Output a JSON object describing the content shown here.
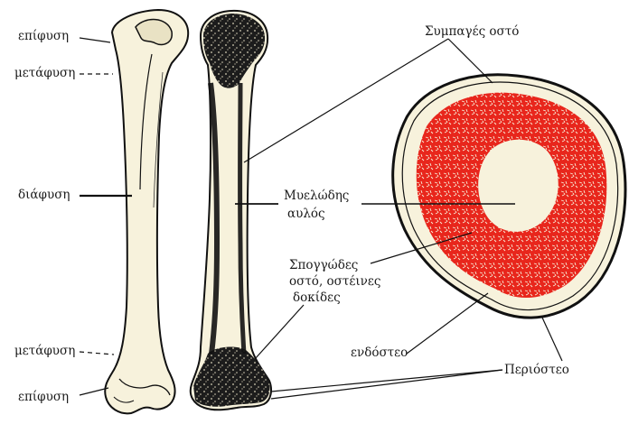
{
  "labels": {
    "epiphysis_top": "επίφυση",
    "metaphysis_top": "μετάφυση",
    "diaphysis": "διάφυση",
    "metaphysis_bottom": "μετάφυση",
    "epiphysis_bottom": "επίφυση",
    "compact_bone": "Συμπαγές οστό",
    "medullary_1": "Μυελώδης",
    "medullary_2": "αυλός",
    "spongy_1": "Σπογγώδες",
    "spongy_2": "οστό, οστέινες",
    "spongy_3": "δοκίδες",
    "endosteum": "ενδόστεο",
    "periosteum": "Περιόστεο"
  },
  "colors": {
    "bone_fill": "#f7f2dc",
    "bone_outline": "#111111",
    "spongy_dark": "#1c1c1c",
    "marrow_red": "#e8261c",
    "cavity": "#f7f2dc"
  }
}
